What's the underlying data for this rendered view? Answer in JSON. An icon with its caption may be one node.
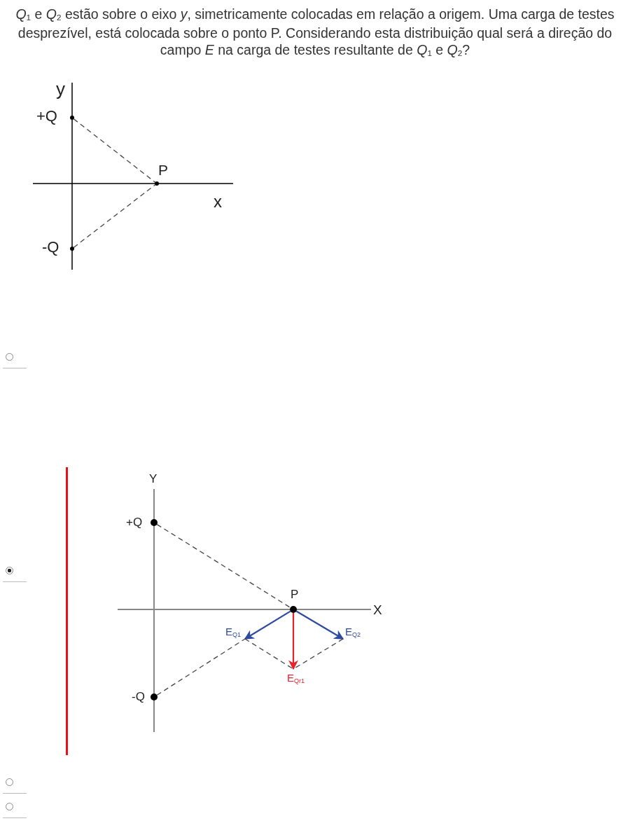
{
  "diagram": {
    "title": "*Q*$_{1}$ e *Q*$_{2}$ estão sobre o eixo *y*, simetricamente colocadas em relação a origem. Uma carga de testes desprezível, está colocada sobre o ponto P. Considerando esta distribuição qual será a direção do campo *E* na carga de testes resultante de *Q*$_{1}$ e *Q*$_{2}$?",
    "nodes": [
      {
        "text": [
          "+Q"
        ]
      },
      {
        "text": [
          "P"
        ]
      },
      {
        "text": [
          "-Q"
        ]
      },
      {
        "text": [
          "+Q"
        ]
      },
      {
        "text": [
          "P"
        ]
      },
      {
        "text": [
          "-Q"
        ]
      },
      {
        "text": [
          "E$_{Q1}$"
        ]
      },
      {
        "text": [
          "E$_{Q2}$"
        ]
      },
      {
        "text": [
          "E$_{Qr1}$"
        ]
      }
    ],
    "edges": [
      {
        "from": 0,
        "to": 1,
        "arrow": "none",
        "style": "dashed"
      },
      {
        "from": 2,
        "to": 1,
        "arrow": "none",
        "style": "dashed"
      },
      {
        "from": 3,
        "to": 4,
        "arrow": "none",
        "style": "dashed"
      },
      {
        "from": 5,
        "to": 6,
        "arrow": "none",
        "style": "dashed"
      },
      {
        "from": 4,
        "to": 6,
        "arrow": "to",
        "color": "#2e4a9e"
      },
      {
        "from": 4,
        "to": 7,
        "arrow": "to",
        "color": "#2e4a9e"
      },
      {
        "from": 4,
        "to": 8,
        "arrow": "to",
        "color": "#e8212a"
      },
      {
        "from": 6,
        "to": 8,
        "arrow": "none",
        "style": "dashed"
      },
      {
        "from": 7,
        "to": 8,
        "arrow": "none",
        "style": "dashed"
      }
    ],
    "labels": [
      "y",
      "x",
      "Y",
      "X"
    ]
  }
}
